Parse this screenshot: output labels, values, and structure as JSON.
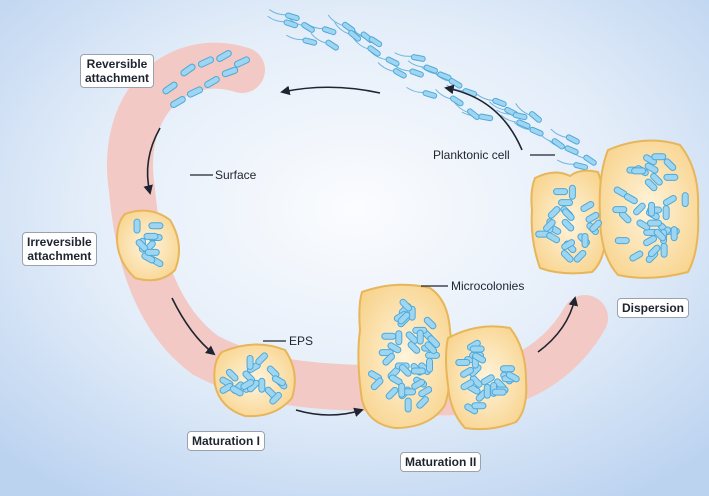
{
  "labels": {
    "reversible_attachment": [
      "Reversible",
      "attachment"
    ],
    "irreversible_attachment": [
      "Irreversible",
      "attachment"
    ],
    "maturation_1": "Maturation I",
    "maturation_2": "Maturation II",
    "dispersion": "Dispersion",
    "surface": "Surface",
    "eps": "EPS",
    "microcolonies": "Microcolonies",
    "planktonic_cell": "Planktonic cell"
  },
  "colors": {
    "background_center": "#fbfcfe",
    "background_edge": "#bcd3f0",
    "surface_band": "#f2c9c4",
    "cell_fill": "#9ed6f2",
    "cell_stroke": "#4fa8d8",
    "eps_fill": "#fbe0a8",
    "eps_stroke": "#e7b65a",
    "arrow": "#1f2430",
    "flagella": "#6fb5e0"
  },
  "icons": [
    "bacterium-icon",
    "eps-matrix-icon",
    "arrow-icon"
  ]
}
